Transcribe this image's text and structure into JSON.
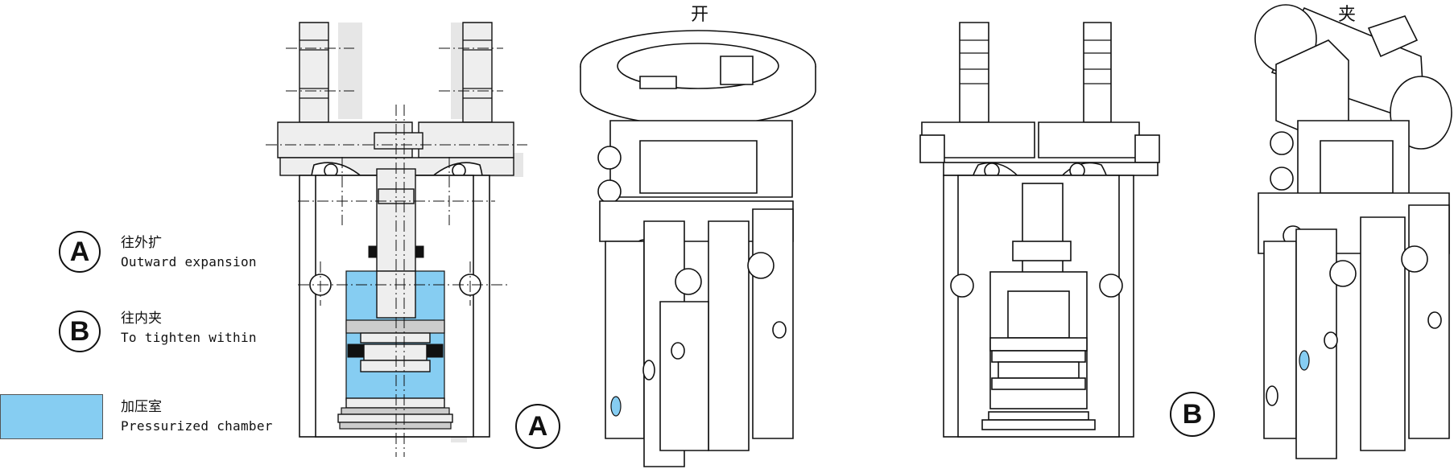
{
  "legend": [
    {
      "letter": "A",
      "cn": "往外扩",
      "en": "Outward expansion"
    },
    {
      "letter": "B",
      "cn": "往内夹",
      "en": "To tighten within"
    }
  ],
  "chamber": {
    "cn": "加压室",
    "en": "Pressurized chamber",
    "color": "#86CDF2"
  },
  "views": {
    "open_label": "开",
    "clamp_label": "夹",
    "marker_a": "A",
    "marker_b": "B"
  },
  "colors": {
    "line": "#111111",
    "fill_light": "#eeeeee",
    "fill_mid": "#cccccc",
    "fill_dark": "#888888",
    "chamber": "#86CDF2"
  }
}
